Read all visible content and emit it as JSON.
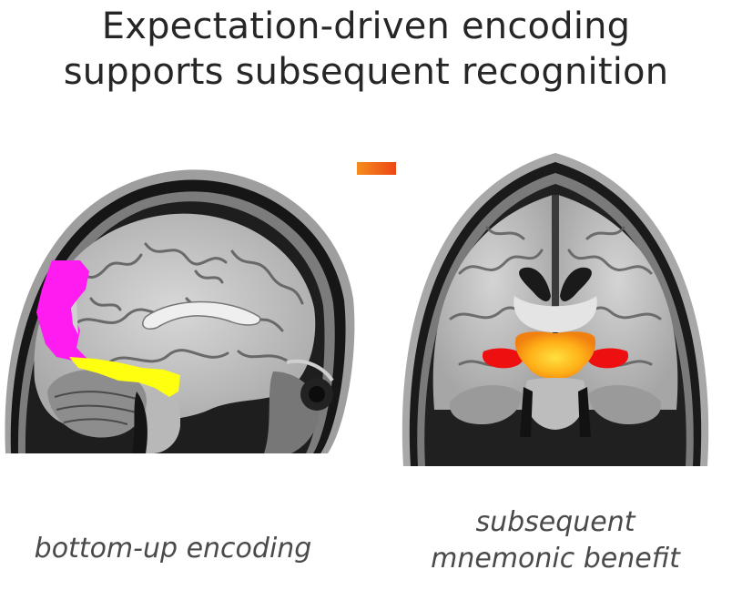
{
  "title": {
    "line1": "Expectation-driven encoding",
    "line2": "supports subsequent recognition"
  },
  "captions": {
    "left": "bottom-up encoding",
    "right_line1": "subsequent",
    "right_line2": "mnemonic benefit"
  },
  "colors": {
    "arrow_start": "#f5a8c8",
    "arrow_mid": "#f7a020",
    "arrow_end": "#e81e10",
    "magenta_region": "#ff1cf0",
    "yellow_region": "#ffff10",
    "red_region": "#ee1010",
    "orange_region": "#ffb018"
  },
  "icons": {
    "arrow": "gradient-right-arrow",
    "left_image": "sagittal-brain-mri",
    "right_image": "coronal-brain-mri"
  }
}
